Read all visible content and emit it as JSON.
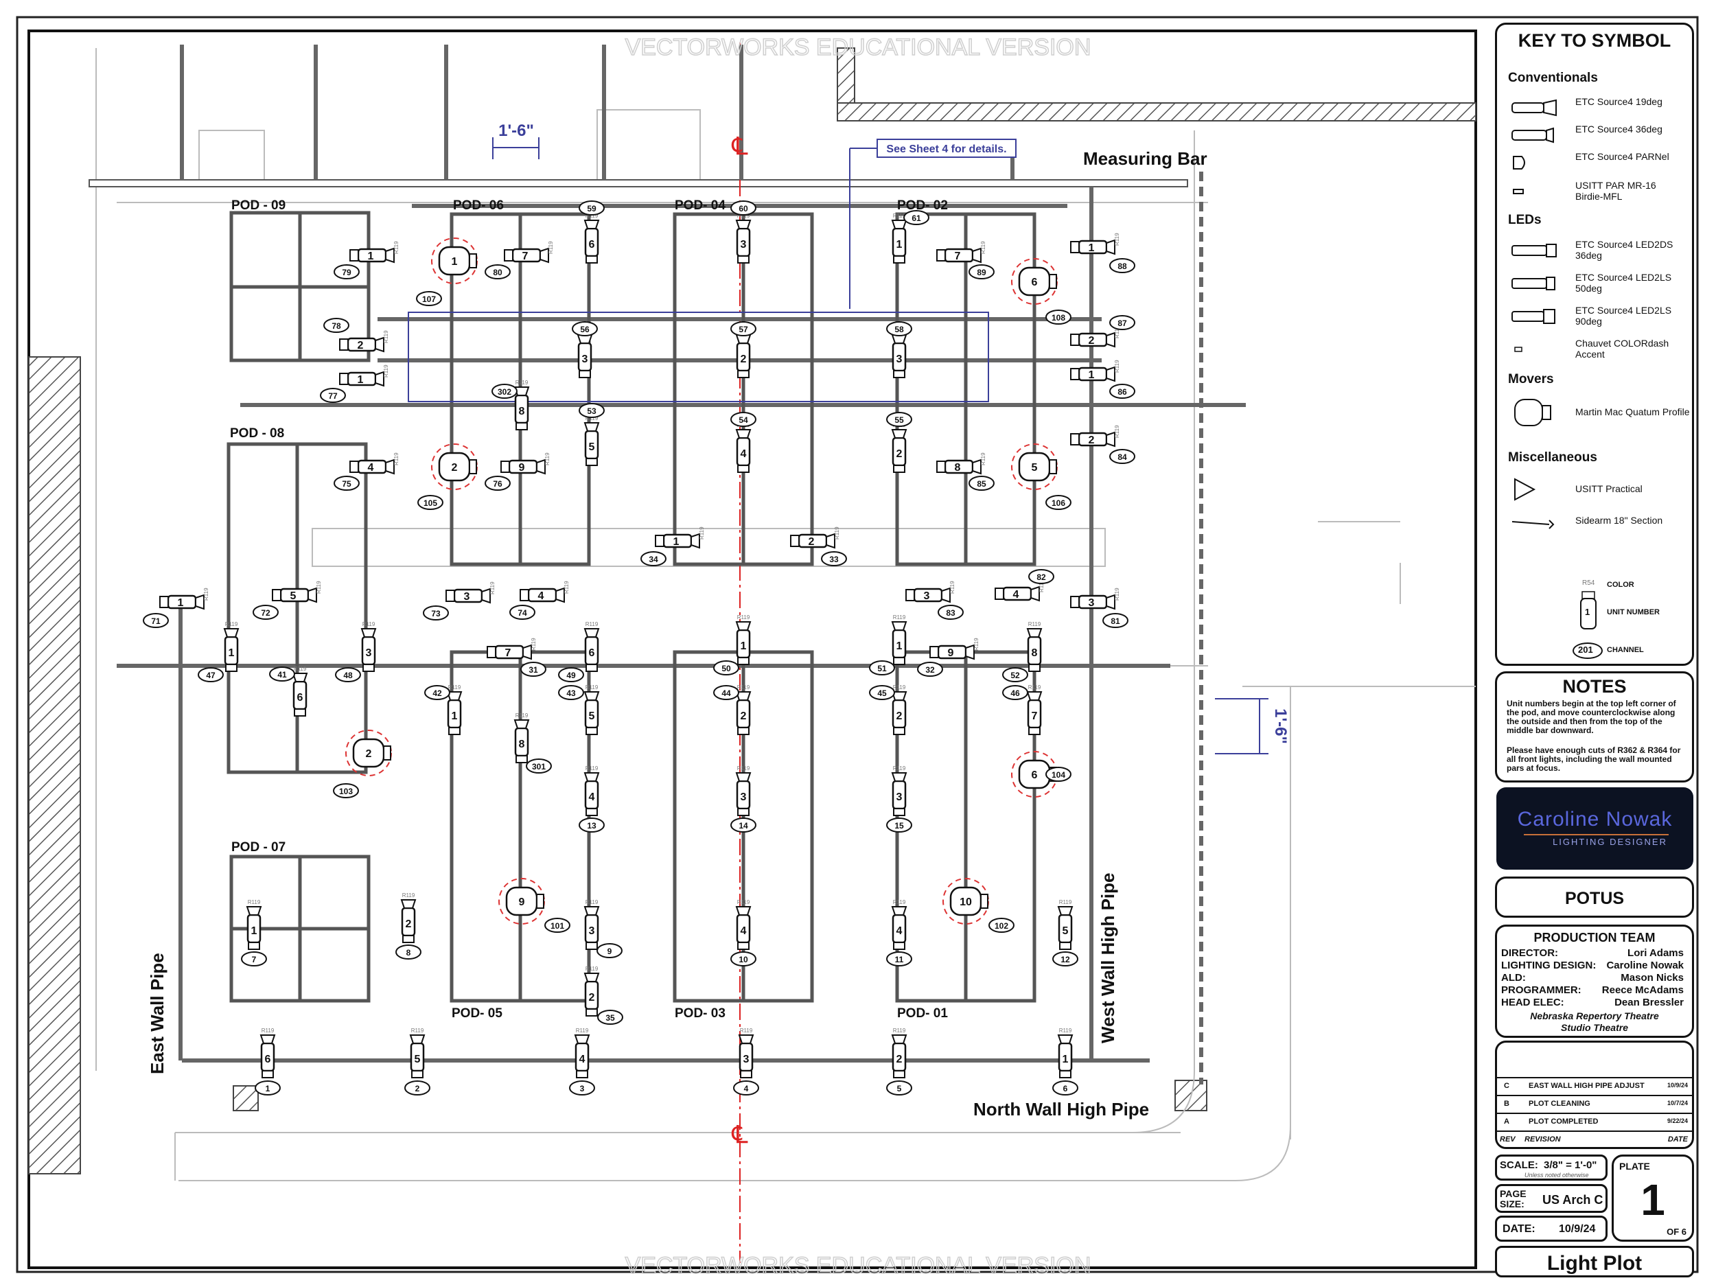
{
  "watermark": "VECTORWORKS EDUCATIONAL VERSION",
  "labels": {
    "dim_top": "1'-6\"",
    "dim_right": "1'-6\"",
    "see_sheet": "See Sheet 4 for details.",
    "measuring_bar": "Measuring Bar",
    "east_wall": "East Wall Pipe",
    "west_wall": "West Wall High Pipe",
    "north_wall": "North Wall High Pipe",
    "centerline": "℄",
    "color_tag": "R119"
  },
  "pods": [
    {
      "label": "POD - 09"
    },
    {
      "label": "POD- 06"
    },
    {
      "label": "POD- 04"
    },
    {
      "label": "POD- 02"
    },
    {
      "label": "POD - 08"
    },
    {
      "label": "POD - 07"
    },
    {
      "label": "POD- 05"
    },
    {
      "label": "POD- 03"
    },
    {
      "label": "POD- 01"
    }
  ],
  "fixtures": [
    {
      "unit": "1",
      "channel": "79"
    },
    {
      "unit": "2",
      "channel": "78"
    },
    {
      "unit": "1",
      "channel": "77"
    },
    {
      "unit": "1",
      "channel": "107"
    },
    {
      "unit": "7",
      "channel": "80"
    },
    {
      "unit": "6",
      "channel": "59"
    },
    {
      "unit": "3",
      "channel": "56"
    },
    {
      "unit": "8",
      "channel": "302"
    },
    {
      "unit": "3",
      "channel": "60"
    },
    {
      "unit": "2",
      "channel": "57"
    },
    {
      "unit": "1",
      "channel": "61"
    },
    {
      "unit": "3",
      "channel": "58"
    },
    {
      "unit": "7",
      "channel": "89"
    },
    {
      "unit": "6",
      "channel": "108"
    },
    {
      "unit": "1",
      "channel": "88"
    },
    {
      "unit": "2",
      "channel": "87"
    },
    {
      "unit": "1",
      "channel": "86"
    },
    {
      "unit": "4",
      "channel": "75"
    },
    {
      "unit": "2",
      "channel": "105"
    },
    {
      "unit": "9",
      "channel": "76"
    },
    {
      "unit": "5",
      "channel": "53"
    },
    {
      "unit": "4",
      "channel": "54"
    },
    {
      "unit": "2",
      "channel": "55"
    },
    {
      "unit": "8",
      "channel": "85"
    },
    {
      "unit": "5",
      "channel": "106"
    },
    {
      "unit": "2",
      "channel": "84"
    },
    {
      "unit": "1",
      "channel": "34"
    },
    {
      "unit": "2",
      "channel": "33"
    },
    {
      "unit": "1",
      "channel": "71"
    },
    {
      "unit": "5",
      "channel": "72"
    },
    {
      "unit": "3",
      "channel": "73"
    },
    {
      "unit": "4",
      "channel": "74"
    },
    {
      "unit": "3",
      "channel": "83"
    },
    {
      "unit": "4",
      "channel": "82"
    },
    {
      "unit": "3",
      "channel": "81"
    },
    {
      "unit": "1",
      "channel": "47"
    },
    {
      "unit": "6",
      "channel": "41"
    },
    {
      "unit": "3",
      "channel": "48"
    },
    {
      "unit": "2",
      "channel": "103"
    },
    {
      "unit": "7",
      "channel": "31"
    },
    {
      "unit": "6",
      "channel": "49"
    },
    {
      "unit": "1",
      "channel": "42"
    },
    {
      "unit": "8",
      "channel": "301"
    },
    {
      "unit": "5",
      "channel": "43"
    },
    {
      "unit": "1",
      "channel": "50"
    },
    {
      "unit": "2",
      "channel": "44"
    },
    {
      "unit": "1",
      "channel": "51"
    },
    {
      "unit": "9",
      "channel": "32"
    },
    {
      "unit": "2",
      "channel": "45"
    },
    {
      "unit": "8",
      "channel": "52"
    },
    {
      "unit": "7",
      "channel": "46"
    },
    {
      "unit": "6",
      "channel": "104"
    },
    {
      "unit": "4",
      "channel": "13"
    },
    {
      "unit": "3",
      "channel": "14"
    },
    {
      "unit": "3",
      "channel": "15"
    },
    {
      "unit": "1",
      "channel": "7"
    },
    {
      "unit": "2",
      "channel": "8"
    },
    {
      "unit": "9",
      "channel": "101"
    },
    {
      "unit": "3",
      "channel": "9"
    },
    {
      "unit": "2",
      "channel": "35"
    },
    {
      "unit": "4",
      "channel": "10"
    },
    {
      "unit": "4",
      "channel": "11"
    },
    {
      "unit": "10",
      "channel": "102"
    },
    {
      "unit": "5",
      "channel": "12"
    },
    {
      "unit": "6",
      "channel": "1"
    },
    {
      "unit": "5",
      "channel": "2"
    },
    {
      "unit": "4",
      "channel": "3"
    },
    {
      "unit": "3",
      "channel": "4"
    },
    {
      "unit": "2",
      "channel": "5"
    },
    {
      "unit": "1",
      "channel": "6"
    }
  ],
  "key": {
    "title": "KEY TO SYMBOL",
    "sections": [
      {
        "heading": "Conventionals",
        "items": [
          "ETC Source4 19deg",
          "ETC Source4 36deg",
          "ETC Source4 PARNel",
          "USITT PAR MR-16\nBirdie-MFL"
        ]
      },
      {
        "heading": "LEDs",
        "items": [
          "ETC Source4 LED2DS\n36deg",
          "ETC Source4 LED2LS\n50deg",
          "ETC Source4 LED2LS\n90deg",
          "Chauvet COLORdash\nAccent"
        ]
      },
      {
        "heading": "Movers",
        "items": [
          "Martin Mac Quatum Profile"
        ]
      },
      {
        "heading": "Miscellaneous",
        "items": [
          "USITT Practical",
          "Sidearm 18\" Section"
        ]
      }
    ],
    "legend": {
      "color": "R54",
      "color_label": "COLOR",
      "unit": "1",
      "unit_label": "UNIT NUMBER",
      "channel": "201",
      "channel_label": "CHANNEL"
    }
  },
  "notes": {
    "title": "NOTES",
    "p1": "Unit numbers begin at the top left corner of the pod, and move counterclockwise along the outside and then from the top of the middle bar downward.",
    "p2": "Please have enough cuts of R362 & R364 for all front lights, including the wall mounted pars at focus."
  },
  "designer": {
    "name": "Caroline Nowak",
    "role": "LIGHTING DESIGNER",
    "accent": "#4a57c8"
  },
  "show": {
    "title": "POTUS"
  },
  "production_team": {
    "title": "PRODUCTION TEAM",
    "rows": [
      {
        "role": "DIRECTOR:",
        "name": "Lori Adams"
      },
      {
        "role": "LIGHTING DESIGN:",
        "name": "Caroline Nowak"
      },
      {
        "role": "ALD:",
        "name": "Mason Nicks"
      },
      {
        "role": "PROGRAMMER:",
        "name": "Reece McAdams"
      },
      {
        "role": "HEAD ELEC:",
        "name": "Dean Bressler"
      }
    ],
    "venue1": "Nebraska Repertory Theatre",
    "venue2": "Studio Theatre"
  },
  "revisions": {
    "rows": [
      {
        "rev": "C",
        "desc": "EAST WALL HIGH PIPE ADJUST",
        "date": "10/9/24"
      },
      {
        "rev": "B",
        "desc": "PLOT CLEANING",
        "date": "10/7/24"
      },
      {
        "rev": "A",
        "desc": "PLOT COMPLETED",
        "date": "9/22/24"
      }
    ],
    "h_rev": "REV",
    "h_desc": "REVISION",
    "h_date": "DATE"
  },
  "sheet": {
    "scale_label": "SCALE:",
    "scale": "3/8\" = 1'-0\"",
    "scale_note": "Unless noted otherwise",
    "page_label": "PAGE SIZE:",
    "page_size": "US Arch C",
    "date_label": "DATE:",
    "date": "10/9/24",
    "plate_label": "PLATE",
    "plate": "1",
    "of": "OF 6",
    "plot_title": "Light Plot"
  }
}
